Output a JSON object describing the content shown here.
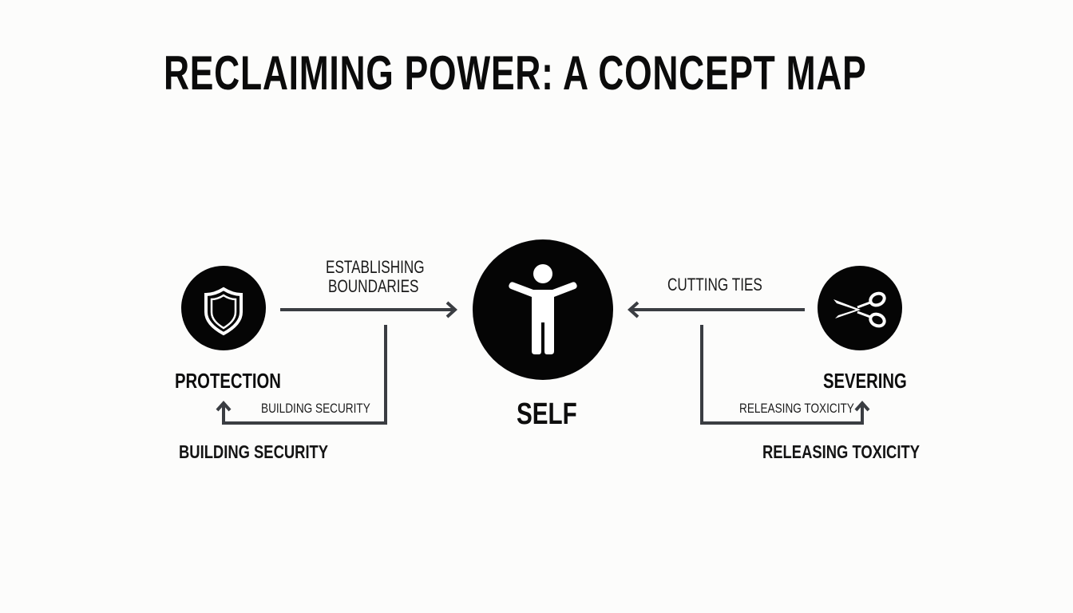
{
  "title": "RECLAIMING POWER: A CONCEPT MAP",
  "colors": {
    "background": "#fcfcfb",
    "node_fill": "#050505",
    "icon_color": "#ffffff",
    "connector": "#3a3d42",
    "text": "#111111"
  },
  "nodes": {
    "protection": {
      "label": "PROTECTION",
      "icon": "shield-icon"
    },
    "self": {
      "label": "SELF",
      "icon": "person-arms-raised-icon"
    },
    "severing": {
      "label": "SEVERING",
      "icon": "scissors-icon"
    }
  },
  "edges": {
    "protection_to_self": {
      "label_line1": "ESTABLISHING",
      "label_line2": "BOUNDARIES"
    },
    "severing_to_self": {
      "label": "CUTTING TIES"
    },
    "self_to_protection_loop": {
      "inline_label": "BUILDING SECURITY",
      "caption": "BUILDING SECURITY"
    },
    "self_to_severing_loop": {
      "inline_label": "RELEASING TOXICITY",
      "caption": "RELEASING TOXICITY"
    }
  }
}
